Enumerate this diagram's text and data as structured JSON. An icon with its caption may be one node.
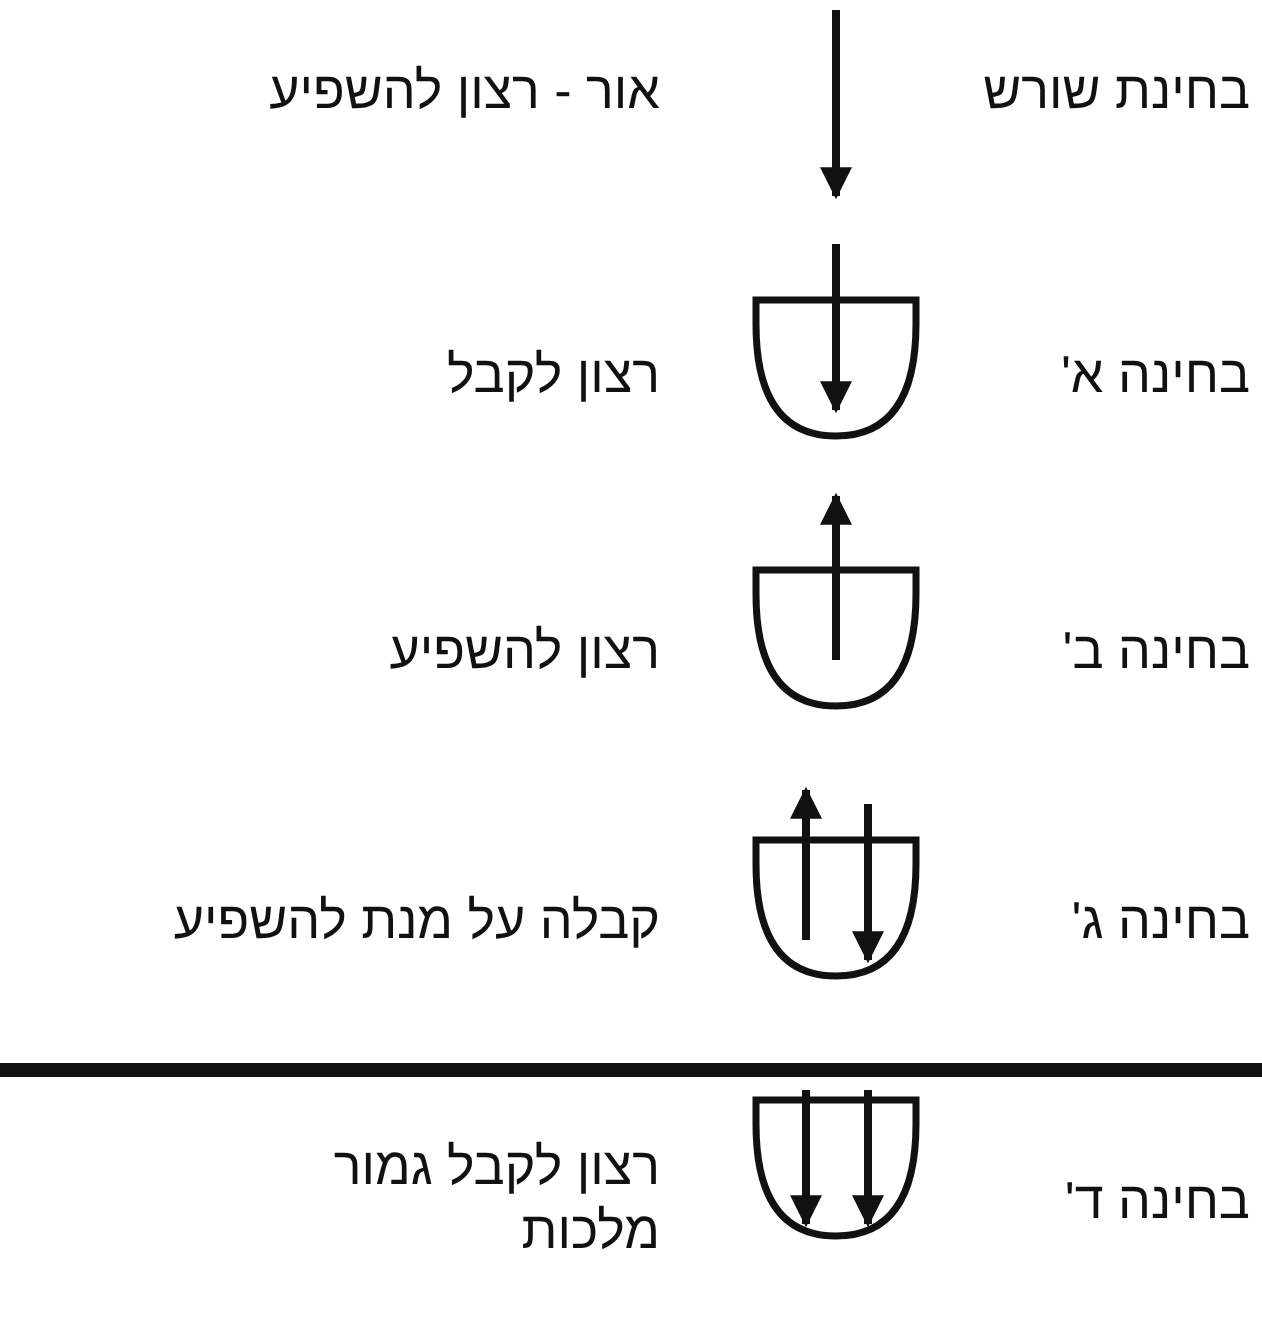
{
  "diagram": {
    "labels": [
      "בחינת שורש",
      "אור - רצון להשפיע",
      "בחינה א'",
      "רצון לקבל",
      "בחינה ב'",
      "רצון להשפיע",
      "בחינה ג'",
      "קבלה על מנת להשפיע",
      "בחינה ד'",
      "רצון לקבל גמור",
      "מלכות"
    ]
  }
}
